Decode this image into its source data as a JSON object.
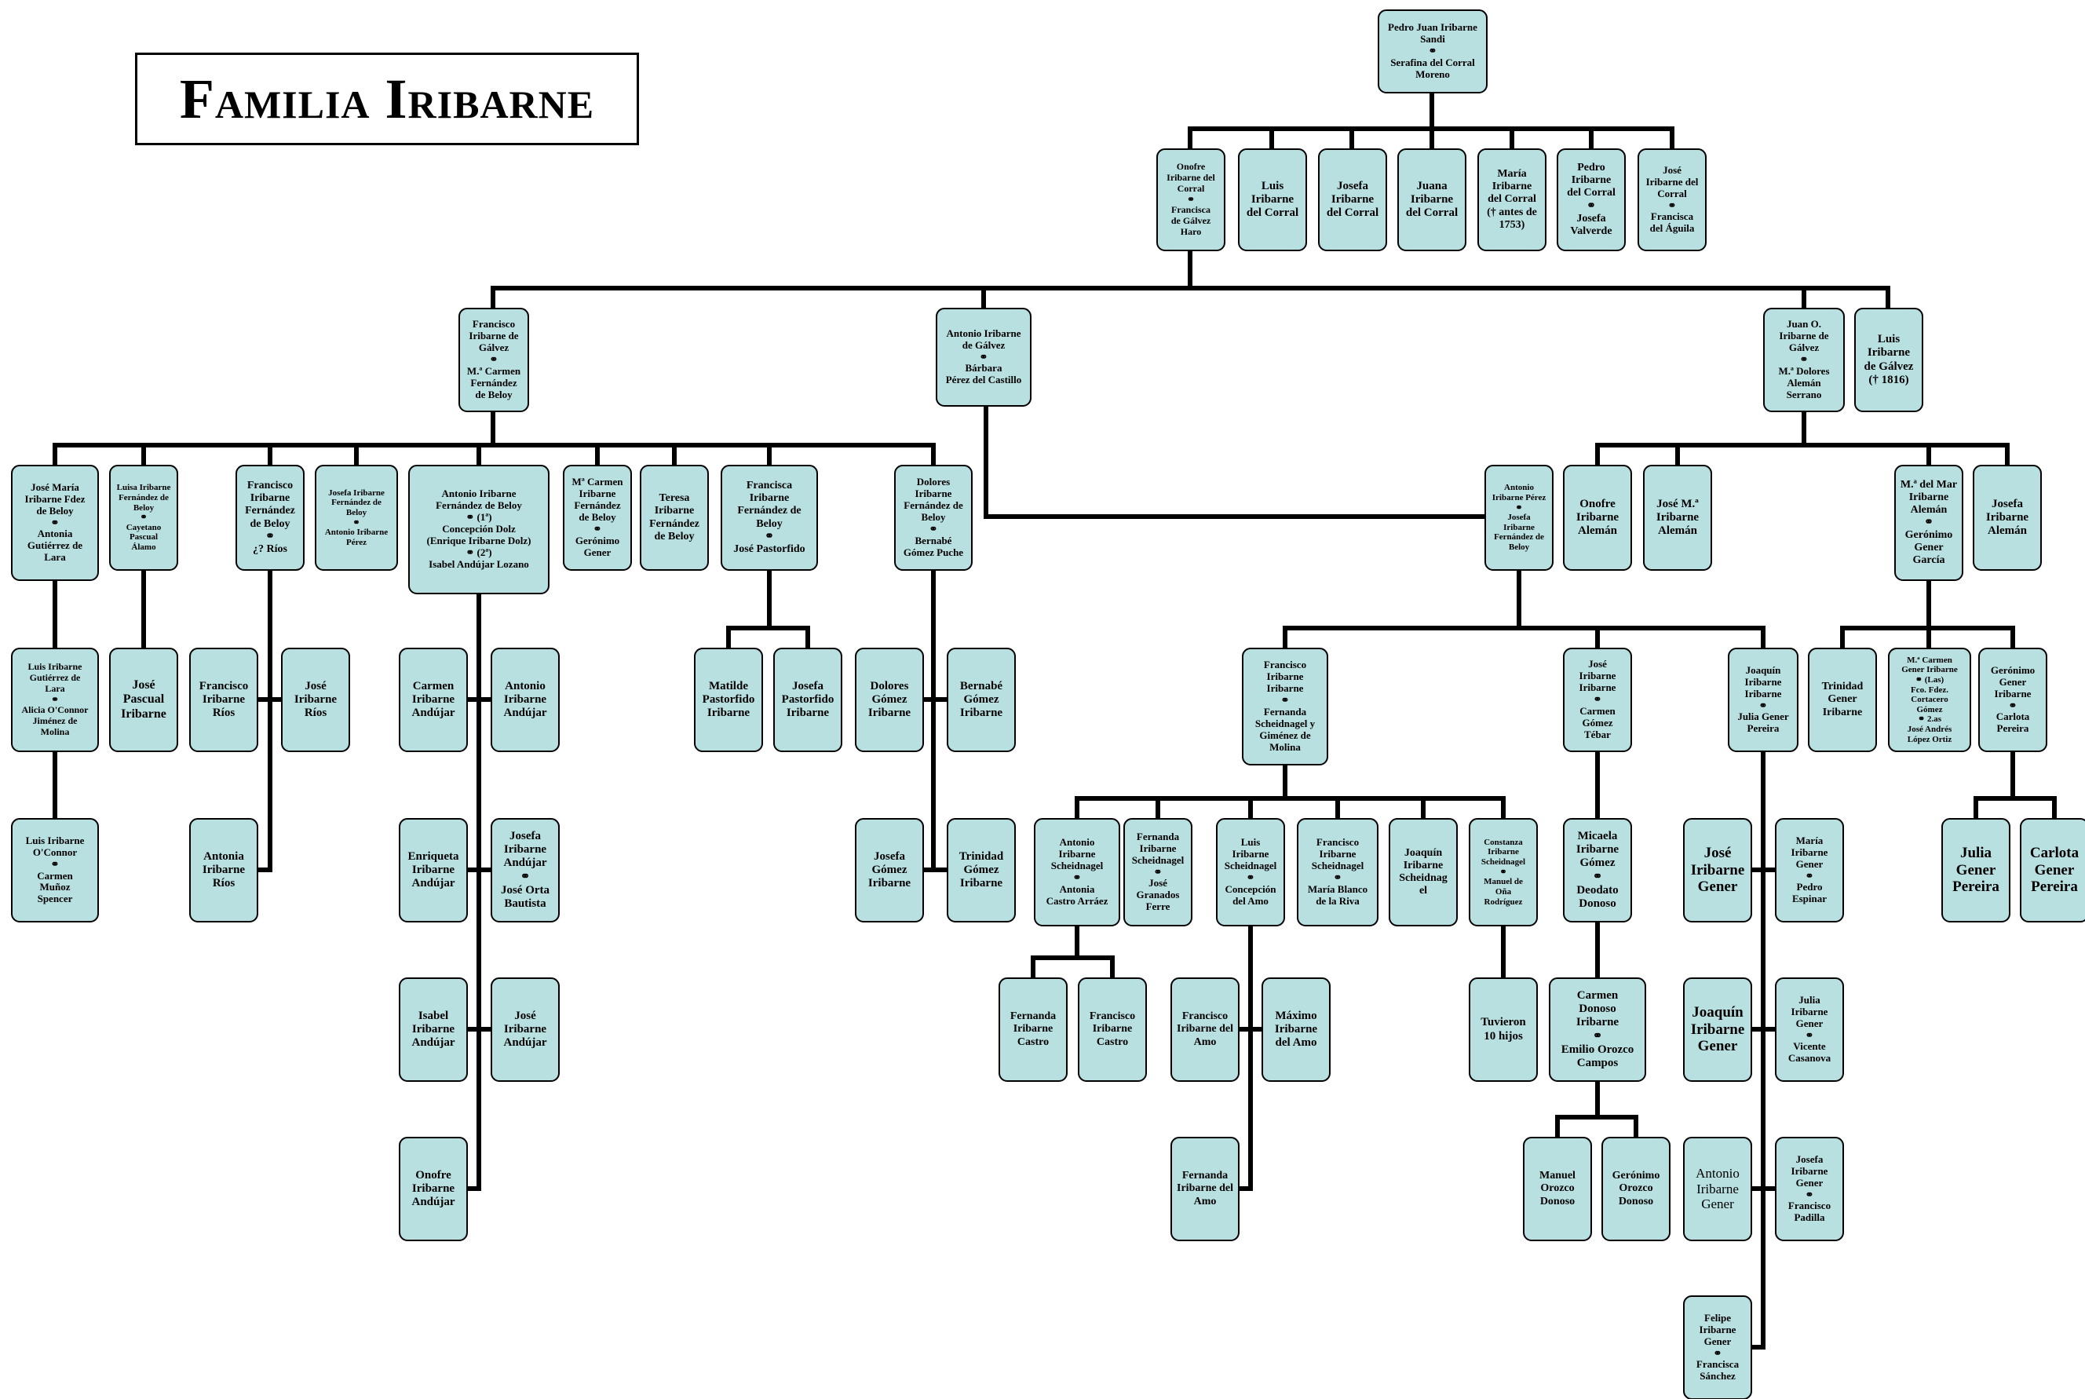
{
  "title": "Familia Iribarne",
  "colors": {
    "node_fill": "#b9e0e1",
    "line": "#000000"
  },
  "nodes": {
    "pedro_juan": "Pedro Juan Iribarne\nSandi\n⚭\nSerafina del Corral\nMoreno",
    "onofre": "Onofre\nIribarne del\nCorral\n⚭\nFrancisca\nde Gálvez\nHaro",
    "luis_corral": "Luis\nIribarne\ndel Corral",
    "josefa_corral": "Josefa\nIribarne\ndel Corral",
    "juana_corral": "Juana\nIribarne\ndel Corral",
    "maria_corral": "María\nIribarne\ndel Corral\n(† antes de\n1753)",
    "pedro_corral": "Pedro\nIribarne\ndel Corral\n⚭\nJosefa\nValverde",
    "jose_corral": "José\nIribarne del\nCorral\n⚭\nFrancisca\ndel Águila",
    "francisco_galvez": "Francisco\nIribarne de\nGálvez\n⚭\nM.ª Carmen\nFernández\nde Beloy",
    "antonio_galvez": "Antonio Iribarne\nde Gálvez\n⚭\nBárbara\nPérez del Castillo",
    "juan_galvez": "Juan O.\nIribarne de\nGálvez\n⚭\nM.ª Dolores\nAlemán\nSerrano",
    "luis_galvez": "Luis\nIribarne\nde Gálvez\n(† 1816)",
    "jose_maria_fdez": "José María\nIribarne Fdez\nde Beloy\n⚭\nAntonia\nGutiérrez de\nLara",
    "luisa": "Luisa Iribarne\nFernández de\nBeloy\n⚭\nCayetano\nPascual\nÁlamo",
    "francisco_fdez": "Francisco\nIribarne\nFernández\nde Beloy\n⚭\n¿? Ríos",
    "josefa_fdez": "Josefa Iribarne\nFernández de\nBeloy\n⚭\nAntonio Iribarne\nPérez",
    "antonio_fdez": "Antonio Iribarne\nFernández de Beloy\n⚭ (1ª)\nConcepción Dolz\n(Enrique Iribarne Dolz)\n⚭ (2ª)\nIsabel Andújar Lozano",
    "mcarmen_fdez": "Mª Carmen\nIribarne\nFernández\nde Beloy\n⚭\nGerónimo\nGener",
    "teresa_fdez": "Teresa\nIribarne\nFernández\nde Beloy",
    "francisca_fdez": "Francisca\nIribarne\nFernández de\nBeloy\n⚭\nJosé Pastorfido",
    "dolores_fdez": "Dolores\nIribarne\nFernández de\nBeloy\n⚭\nBernabé\nGómez Puche",
    "antonio_perez": "Antonio\nIribarne Pérez\n⚭\nJosefa\nIribarne\nFernández de\nBeloy",
    "onofre_aleman": "Onofre\nIribarne\nAlemán",
    "josem_aleman": "José M.ª\nIribarne\nAlemán",
    "mmar_aleman": "M.ª del Mar\nIribarne\nAlemán\n⚭\nGerónimo\nGener\nGarcía",
    "josefa_aleman": "Josefa\nIribarne\nAlemán",
    "luis_gutierrez": "Luis Iribarne\nGutiérrez de\nLara\n⚭\nAlicia O'Connor\nJiménez de\nMolina",
    "jose_pascual": "José\nPascual\nIribarne",
    "francisco_rios": "Francisco\nIribarne\nRíos",
    "jose_rios": "José\nIribarne\nRíos",
    "carmen_andujar": "Carmen\nIribarne\nAndújar",
    "antonio_andujar": "Antonio\nIribarne\nAndújar",
    "matilde": "Matilde\nPastorfido\nIribarne",
    "josefa_pastorfido": "Josefa\nPastorfido\nIribarne",
    "dolores_gomez": "Dolores\nGómez\nIribarne",
    "bernabe_gomez": "Bernabé\nGómez\nIribarne",
    "francisco_scheid": "Francisco\nIribarne\nIribarne\n⚭\nFernanda\nScheidnagel y\nGiménez de\nMolina",
    "jose_ii": "José\nIribarne\nIribarne\n⚭\nCarmen\nGómez\nTébar",
    "joaquin_ii": "Joaquín\nIribarne\nIribarne\n⚭\nJulia Gener\nPereira",
    "trinidad_gener": "Trinidad\nGener\nIribarne",
    "mcarmen_gener": "M.ª Carmen\nGener Iribarne\n⚭ (Las)\nFco. Fdez.\nCortacero\nGómez\n⚭ 2.as\nJosé Andrés\nLópez Ortiz",
    "geronimo_gener": "Gerónimo\nGener\nIribarne\n⚭\nCarlota\nPereira",
    "luis_oconnor": "Luis Iribarne\nO'Connor\n⚭\nCarmen\nMuñoz\nSpencer",
    "antonia_rios": "Antonia\nIribarne\nRíos",
    "enriqueta": "Enriqueta\nIribarne\nAndújar",
    "josefa_andujar": "Josefa\nIribarne\nAndújar\n⚭\nJosé Orta\nBautista",
    "josefa_gomez": "Josefa\nGómez\nIribarne",
    "trinidad_gomez": "Trinidad\nGómez\nIribarne",
    "antonio_scheid": "Antonio\nIribarne\nScheidnagel\n⚭\nAntonia\nCastro Arráez",
    "fernanda_scheid": "Fernanda\nIribarne\nScheidnagel\n⚭\nJosé\nGranados\nFerre",
    "luis_scheid": "Luis\nIribarne\nScheidnagel\n⚭\nConcepción\ndel Amo",
    "francisco_scheid2": "Francisco\nIribarne\nScheidnagel\n⚭\nMaría Blanco\nde la Riva",
    "joaquin_scheid": "Joaquín\nIribarne\nScheidnag\nel",
    "constanza": "Constanza\nIribarne\nScheidnagel\n⚭\nManuel de\nOña\nRodríguez",
    "micaela": "Micaela\nIribarne\nGómez\n⚭\nDeodato\nDonoso",
    "jose_gener": "José\nIribarne\nGener",
    "maria_gener": "María\nIribarne\nGener\n⚭\nPedro\nEspinar",
    "julia_pereira": "Julia\nGener\nPereira",
    "carlota_pereira": "Carlota\nGener\nPereira",
    "isabel_andujar": "Isabel\nIribarne\nAndújar",
    "jose_andujar": "José\nIribarne\nAndújar",
    "fernanda_castro": "Fernanda\nIribarne\nCastro",
    "francisco_castro": "Francisco\nIribarne\nCastro",
    "francisco_amo": "Francisco\nIribarne del\nAmo",
    "maximo_amo": "Máximo\nIribarne\ndel Amo",
    "tuvieron": "Tuvieron\n10 hijos",
    "carmen_donoso": "Carmen\nDonoso\nIribarne\n⚭\nEmilio Orozco\nCampos",
    "joaquin_gener": "Joaquín\nIribarne\nGener",
    "julia_gener": "Julia\nIribarne\nGener\n⚭\nVicente\nCasanova",
    "onofre_andujar": "Onofre\nIribarne\nAndújar",
    "fernanda_amo": "Fernanda\nIribarne del\nAmo",
    "manuel_orozco": "Manuel\nOrozco\nDonoso",
    "geronimo_orozco": "Gerónimo\nOrozco\nDonoso",
    "antonio_gener": "Antonio\nIribarne\nGener",
    "josefa_gener": "Josefa\nIribarne\nGener\n⚭\nFrancisco\nPadilla",
    "felipe_gener": "Felipe\nIribarne\nGener\n⚭\nFrancisca\nSánchez"
  }
}
